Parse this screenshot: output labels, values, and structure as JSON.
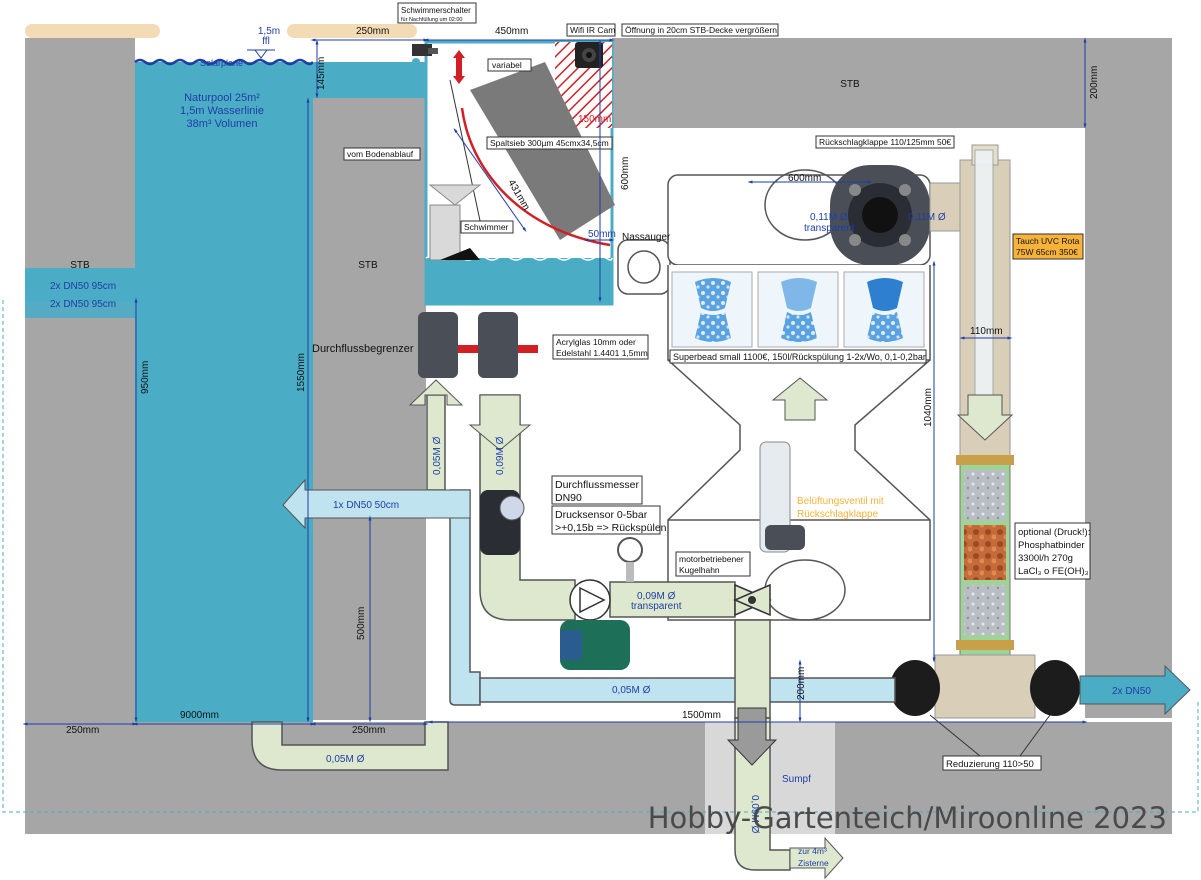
{
  "colors": {
    "concrete": "#a6a6a6",
    "concrete_dark": "#8c8c8c",
    "water": "#4bacc6",
    "water_light": "#bfe3ef",
    "pipe": "#dde8cf",
    "pipe_stroke": "#555555",
    "arrow_blue": "#4bacc6",
    "dim_blue": "#1f3ea6",
    "pvc_dark": "#4a4e57",
    "valve_red": "#d21f26",
    "orange_box": "#f7b23b",
    "phosphate_green": "#9fd39a",
    "pvc_beige": "#d9cfb8",
    "sand": "#f3dcb5"
  },
  "labels": {
    "schwimmerschalter": "Schwimmerschalter",
    "schwimmerschalter_sub": "für Nachfüllung um 02:00",
    "water_level": "1,5m",
    "water_level_sub": "ffl",
    "dim_250_top": "250mm",
    "dim_450": "450mm",
    "wifi_cam": "Wifi IR Cam",
    "opening_note": "Öffnung in 20cm STB-Decke vergrößern",
    "solarplane": "Solarplane",
    "dim_145": "145mm",
    "variabel": "variabel",
    "stb_top": "STB",
    "dim_200_right": "200mm",
    "naturpool_1": "Naturpool 25m²",
    "naturpool_2": "1,5m Wasserlinie",
    "naturpool_3": "38m³ Volumen",
    "dim_150": "150mm",
    "spaltsieb": "Spaltsieb 300µm 45cmx34,5cm",
    "rueckschlagklappe": "Rückschlagklappe 110/125mm 50€",
    "vom_bodenablauf": "vom Bodenablauf",
    "dim_600_v": "600mm",
    "dim_600_h": "600mm",
    "dim_431": "431mm",
    "pipe_011_a": "0,11M Ø",
    "pipe_011_a_sub": "transparent",
    "pipe_011_b": "0,11M Ø",
    "schwimmer": "Schwimmer",
    "dim_50": "50mm",
    "nassauger": "Nassauger",
    "tauch_uvc": "Tauch UVC Rota",
    "tauch_uvc_sub": "75W 65cm 350€",
    "stb_left": "STB",
    "stb_mid": "STB",
    "dn50_in_1": "2x DN50 95cm",
    "dn50_in_2": "2x DN50 95cm",
    "dim_110": "110mm",
    "acryl_1": "Acrylglas 10mm oder",
    "acryl_2": "Edelstahl 1.4401 1,5mm",
    "durchflussbegrenzer": "Durchflussbegrenzer",
    "superbead": "Superbead small 1100€, 150l/Rückspülung 1-2x/Wo, 0,1-0,2bar",
    "dim_950": "950mm",
    "dim_1550": "1550mm",
    "dim_1040": "1040mm",
    "pipe_005_up": "0,05M Ø",
    "pipe_009_down": "0,09M Ø",
    "durchflussmesser_1": "Durchflussmesser",
    "durchflussmesser_2": "DN90",
    "dn50_out": "1x DN50 50cm",
    "drucksensor_1": "Drucksensor 0-5bar",
    "drucksensor_2": ">+0,15b => Rückspülen",
    "belueftung_1": "Belüftungsventil mit",
    "belueftung_2": "Rückschlagklappe",
    "optional_1": "optional (Druck!):",
    "optional_2": "Phosphatbinder",
    "optional_3": "3300l/h 270g",
    "optional_4": "LaCl₃ o FE(OH)₃",
    "motor_kugelhahn_1": "motorbetriebener",
    "motor_kugelhahn_2": "Kugelhahn",
    "pipe_009_trans": "0,09M Ø",
    "pipe_009_trans_sub": "transparent",
    "dim_500": "500mm",
    "pipe_005_bottom": "0,05M Ø",
    "dim_200_bottom": "200mm",
    "dn50_right": "2x DN50",
    "dim_250_left": "250mm",
    "dim_9000": "9000mm",
    "dim_250_mid": "250mm",
    "dim_1500": "1500mm",
    "pipe_005_loop": "0,05M Ø",
    "pipe_009_sump": "0,09M Ø",
    "sumpf": "Sumpf",
    "reduzierung": "Reduzierung 110>50",
    "credit": "Hobby-Gartenteich/Miroonline 2023",
    "zisterne_1": "zur 4m³",
    "zisterne_2": "Zisterne"
  }
}
